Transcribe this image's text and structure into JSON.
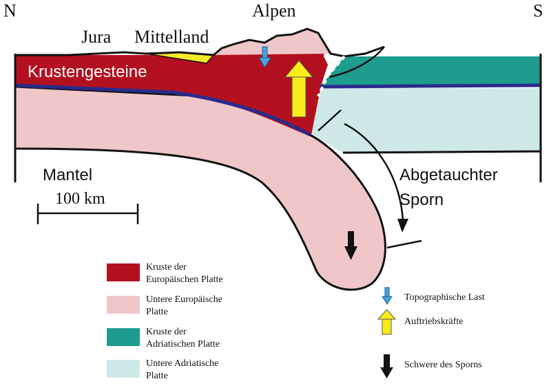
{
  "labels": {
    "north": "N",
    "south": "S",
    "alps": "Alpen",
    "jura": "Jura",
    "mittelland": "Mittelland",
    "crust_rocks": "Krustengesteine",
    "mantle": "Mantel",
    "scale": "100 km",
    "slab_line1": "Abgetauchter",
    "slab_line2": "Sporn"
  },
  "legend": {
    "left": [
      {
        "line1": "Kruste der",
        "line2": "Europäischen Platte",
        "color": "#b3101f"
      },
      {
        "line1": "Untere Europäische",
        "line2": "Platte",
        "color": "#efc7c9"
      },
      {
        "line1": "Kruste der",
        "line2": "Adriatischen Platte",
        "color": "#1e9c8e"
      },
      {
        "line1": "Untere Adriatische",
        "line2": "Platte",
        "color": "#cfe9e9"
      }
    ],
    "right": [
      {
        "label": "Topographische Last",
        "icon": "blue-arrow-down-icon",
        "color": "#4aa3df"
      },
      {
        "label": "Auftriebskräfte",
        "icon": "yellow-arrow-up-icon",
        "color": "#f7ec1b"
      },
      {
        "label": "Schwere des Sporns",
        "icon": "black-arrow-down-icon",
        "color": "#111111"
      }
    ]
  },
  "colors": {
    "euro_crust": "#b3101f",
    "euro_lower": "#efc7c9",
    "adria_crust": "#1e9c8e",
    "adria_lower": "#cfe9e9",
    "moho": "#2a2a8c",
    "molasse": "#f5e92a"
  }
}
